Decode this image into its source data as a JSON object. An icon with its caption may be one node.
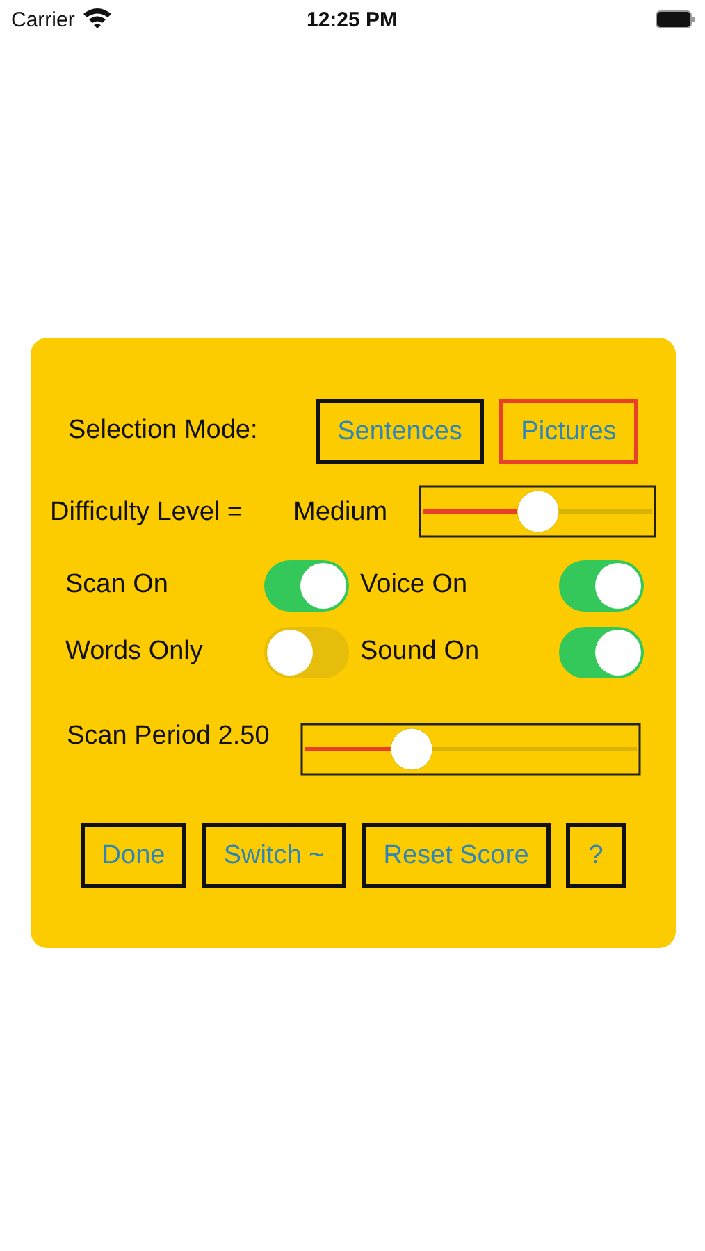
{
  "diagram": {
    "nodes": [
      {
        "text": [],
        "shape": "box"
      },
      {
        "text": [
          "Sentences"
        ],
        "in": 0
      },
      {
        "text": [
          "Pictures"
        ],
        "in": 0
      },
      {
        "text": [
          "Done"
        ],
        "in": 0
      },
      {
        "text": [
          "Switch ~"
        ],
        "in": 0
      },
      {
        "text": [
          "Reset Score"
        ],
        "in": 0
      },
      {
        "text": [
          "?"
        ],
        "in": 0
      }
    ],
    "edges": [],
    "labels": [
      "Carrier",
      "12:25 PM",
      "Selection Mode:",
      "Difficulty Level =",
      "Medium",
      "Scan On",
      "Voice On",
      "Words Only",
      "Sound On",
      "Scan Period 2.50"
    ]
  }
}
